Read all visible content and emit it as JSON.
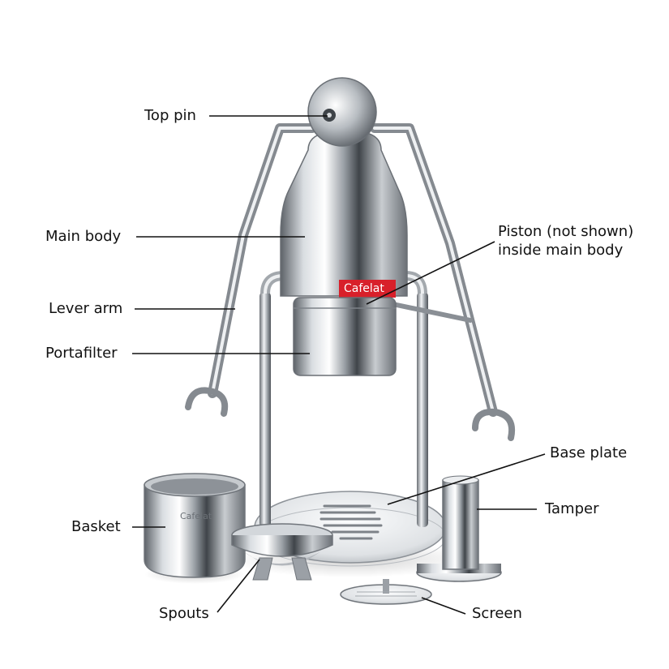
{
  "labels": {
    "top_pin": "Top pin",
    "main_body": "Main body",
    "lever_arm": "Lever arm",
    "portafilter": "Portafilter",
    "basket": "Basket",
    "spouts": "Spouts",
    "piston_line1": "Piston (not shown)",
    "piston_line2": "inside main body",
    "base_plate": "Base plate",
    "tamper": "Tamper",
    "screen": "Screen"
  },
  "brand": {
    "body_logo": "Cafelat",
    "basket_logo": "Cafelat"
  },
  "colors": {
    "label_text": "#111111",
    "leader_line": "#111111",
    "logo_red": "#d8202a",
    "steel_dark": "#6f747a",
    "steel_light": "#f4f6f8"
  }
}
